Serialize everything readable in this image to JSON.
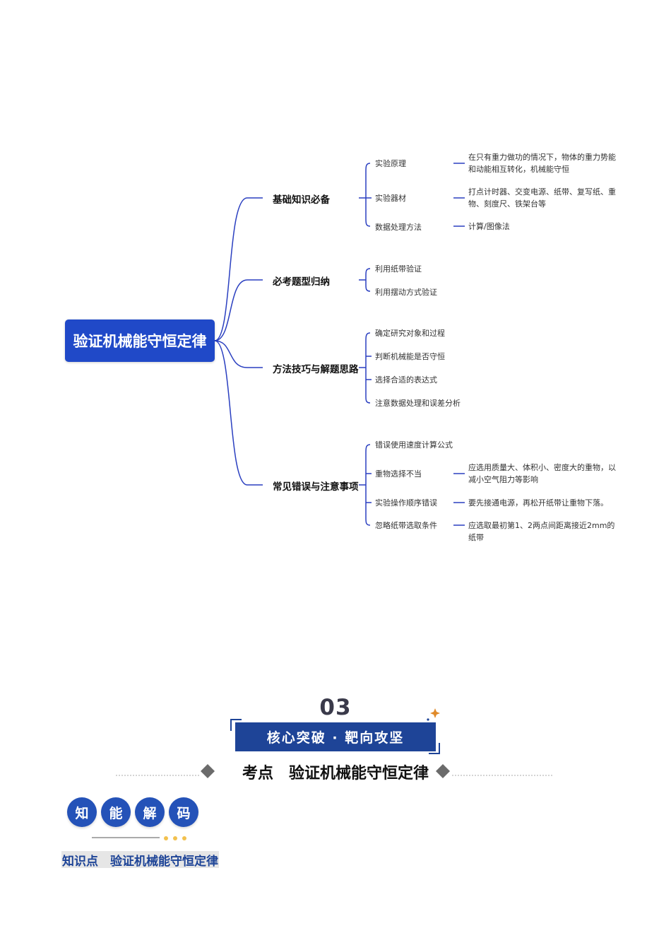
{
  "mindmap": {
    "root": "验证机械能守恒定律",
    "branches": [
      {
        "label": "基础知识必备",
        "children": [
          {
            "label": "实验原理",
            "detail": "在只有重力做功的情况下，物体的重力势能和动能相互转化，机械能守恒"
          },
          {
            "label": "实验器材",
            "detail": "打点计时器、交变电源、纸带、复写纸、重物、刻度尺、铁架台等"
          },
          {
            "label": "数据处理方法",
            "detail": "计算/图像法"
          }
        ]
      },
      {
        "label": "必考题型归纳",
        "children": [
          {
            "label": "利用纸带验证"
          },
          {
            "label": "利用摆动方式验证"
          }
        ]
      },
      {
        "label": "方法技巧与解题思路",
        "children": [
          {
            "label": "确定研究对象和过程"
          },
          {
            "label": "判断机械能是否守恒"
          },
          {
            "label": "选择合适的表达式"
          },
          {
            "label": "注意数据处理和误差分析"
          }
        ]
      },
      {
        "label": "常见错误与注意事项",
        "children": [
          {
            "label": "错误使用速度计算公式"
          },
          {
            "label": "重物选择不当",
            "detail": "应选用质量大、体积小、密度大的重物，以减小空气阻力等影响"
          },
          {
            "label": "实验操作顺序错误",
            "detail": "要先接通电源，再松开纸带让重物下落。"
          },
          {
            "label": "忽略纸带选取条件",
            "detail": "应选取最初第1、2两点间距离接近2mm的纸带"
          }
        ]
      }
    ]
  },
  "section": {
    "number": "03",
    "banner": "核心突破 · 靶向攻坚",
    "title": "考点　验证机械能守恒定律",
    "badges": [
      "知",
      "能",
      "解",
      "码"
    ],
    "knowledge_point": "知识点　验证机械能守恒定律"
  },
  "colors": {
    "primary": "#2049c8",
    "line": "#2a3fc0",
    "banner": "#1e4497",
    "accent_dots": "#f2c14e",
    "diamond": "#6b6b6b"
  }
}
